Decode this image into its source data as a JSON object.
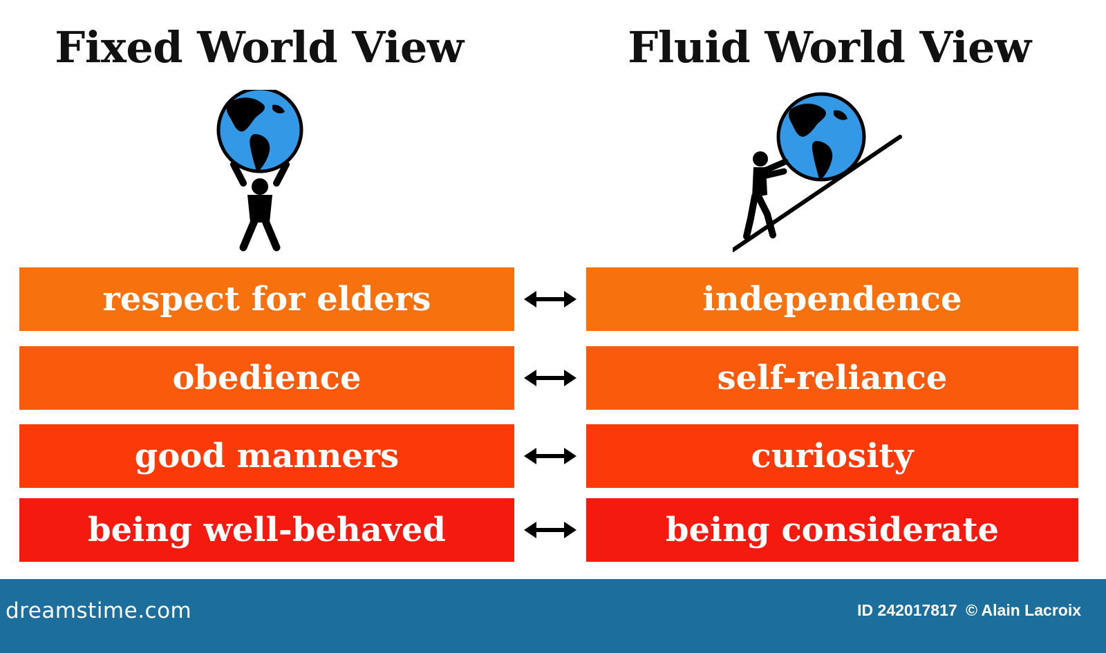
{
  "headings": {
    "fixed": "Fixed World View",
    "fluid": "Fluid World View"
  },
  "rows": [
    {
      "left": "respect for elders",
      "right": "independence",
      "color": "#f7720f"
    },
    {
      "left": "obedience",
      "right": "self-reliance",
      "color": "#f95a0c"
    },
    {
      "left": "good manners",
      "right": "curiosity",
      "color": "#fc3a09"
    },
    {
      "left": "being well-behaved",
      "right": "being considerate",
      "color": "#f51a0f"
    }
  ],
  "icons": {
    "fixed": "person-holding-globe-icon",
    "fluid": "person-pushing-globe-uphill-icon",
    "connector": "double-arrow-icon"
  },
  "colors": {
    "globe_ocean": "#3399e6",
    "footer": "#1c6e9c"
  },
  "footer": {
    "brand": "dreamstime.com",
    "id": "ID 242017817",
    "copyright": "© Alain Lacroix"
  }
}
